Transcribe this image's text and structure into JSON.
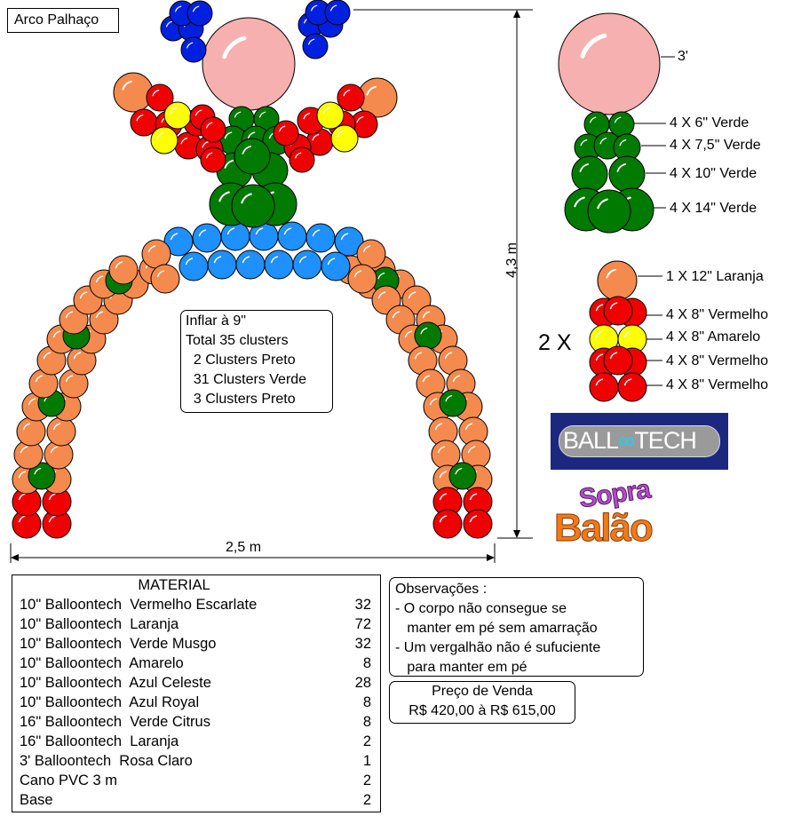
{
  "title": "Arco Palhaço",
  "dimensions": {
    "height": "4,3 m",
    "width": "2,5 m"
  },
  "info": {
    "lines": [
      "Inflar à 9\"",
      "Total 35 clusters",
      "  2 Clusters Preto",
      "  31 Clusters Verde",
      "  3 Clusters Preto"
    ]
  },
  "body_labels": [
    "3'",
    "4 X 6\" Verde",
    "4 X 7,5\" Verde",
    "4 X 10\" Verde",
    "4 X 14\" Verde"
  ],
  "arm_multiplier": "2 X",
  "arm_labels": [
    "1 X 12\" Laranja",
    "4 X 8\" Vermelho",
    "4 X 8\" Amarelo",
    "4 X 8\" Vermelho",
    "4 X 8\" Vermelho"
  ],
  "logos": {
    "balloontech_1": "BALL",
    "balloontech_2": "TECH",
    "sopra": "Sopra",
    "balao": "Balão"
  },
  "material": {
    "header": "MATERIAL",
    "items": [
      {
        "name": "10\" Balloontech  Vermelho Escarlate",
        "qty": "32"
      },
      {
        "name": "10\" Balloontech  Laranja",
        "qty": "72"
      },
      {
        "name": "10\" Balloontech  Verde Musgo",
        "qty": "32"
      },
      {
        "name": "10\" Balloontech  Amarelo",
        "qty": "8"
      },
      {
        "name": "10\" Balloontech  Azul Celeste",
        "qty": "28"
      },
      {
        "name": "10\" Balloontech  Azul Royal",
        "qty": "8"
      },
      {
        "name": "16\" Balloontech  Verde Citrus",
        "qty": "8"
      },
      {
        "name": "16\" Balloontech  Laranja",
        "qty": "2"
      },
      {
        "name": "3' Balloontech  Rosa Claro",
        "qty": "1"
      },
      {
        "name": "Cano PVC 3 m",
        "qty": "2"
      },
      {
        "name": "Base",
        "qty": "2"
      }
    ]
  },
  "observations": {
    "header": "Observações :",
    "lines": [
      "- O corpo não consegue se",
      "   manter em pé sem amarração",
      "- Um vergalhão não é sufuciente",
      "   para manter em pé"
    ]
  },
  "price": {
    "header": "Preço de Venda",
    "value": "R$ 420,00 à R$ 615,00"
  },
  "colors": {
    "pink": "#f6b0b0",
    "green": "#007a00",
    "orange": "#f58a4e",
    "red": "#f00000",
    "yellow": "#ffff00",
    "lightblue": "#1e90ff",
    "royal": "#0020e0",
    "navy": "#1c2880"
  }
}
